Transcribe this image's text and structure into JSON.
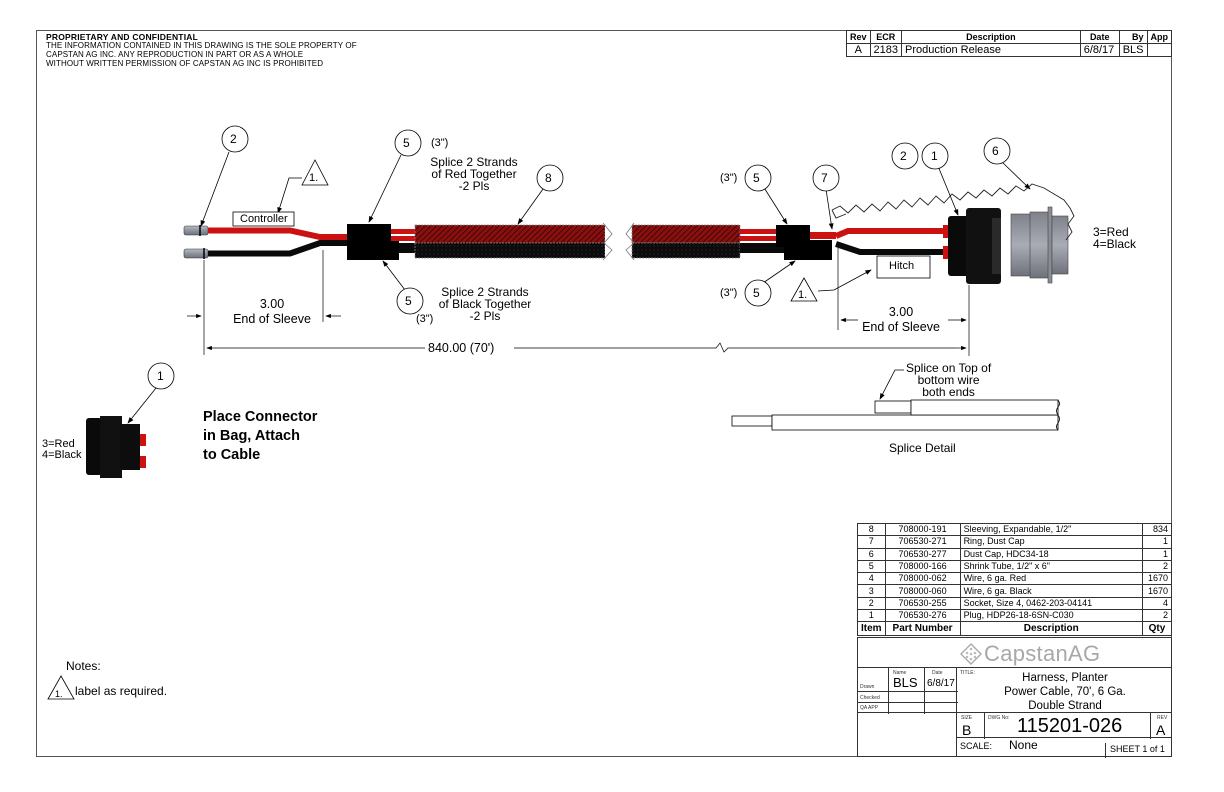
{
  "proprietary": {
    "title": "PROPRIETARY AND CONFIDENTIAL",
    "lines": [
      "THE INFORMATION CONTAINED IN THIS DRAWING IS THE SOLE PROPERTY OF",
      "CAPSTAN AG INC. ANY REPRODUCTION IN PART OR AS A WHOLE",
      "WITHOUT WRITTEN PERMISSION OF CAPSTAN AG INC IS PROHIBITED"
    ]
  },
  "revision_table": {
    "headers": [
      "Rev",
      "ECR",
      "Description",
      "Date",
      "By",
      "App"
    ],
    "rows": [
      [
        "A",
        "2183",
        "Production Release",
        "6/8/17",
        "BLS",
        ""
      ]
    ]
  },
  "drawing": {
    "wire_colors": {
      "red": "#cc1111",
      "black": "#0a0a0a",
      "sleeve_hatch": "#6b1010",
      "terminal": "#9aa0aa",
      "connector_gray": "#9a9ca4"
    },
    "balloons": {
      "b2_left": "2",
      "b5_top_left": "5",
      "b8": "8",
      "b5_bottom_left": "5",
      "b5_top_right": "5",
      "b7": "7",
      "b2_right": "2",
      "b1_right": "1",
      "b6": "6",
      "b5_bottom_right": "5",
      "b1_bag": "1"
    },
    "note_flag": "1.",
    "labels": {
      "controller": "Controller",
      "hitch": "Hitch",
      "shrink_top_left_len": "(3\")",
      "shrink_bottom_left_len": "(3\")",
      "shrink_top_right_len": "(3\")",
      "shrink_bottom_right_len": "(3\")",
      "splice_red": [
        "Splice 2 Strands",
        "of Red Together",
        "-2 Pls"
      ],
      "splice_black": [
        "Splice 2 Strands",
        "of Black Together",
        "-2 Pls"
      ],
      "pinout_right": [
        "3=Red",
        "4=Black"
      ],
      "pinout_bag": [
        "3=Red",
        "4=Black"
      ]
    },
    "dimensions": {
      "left_sleeve_value": "3.00",
      "left_sleeve_label": "End of Sleeve",
      "right_sleeve_value": "3.00",
      "right_sleeve_label": "End of Sleeve",
      "overall": "840.00 (70')"
    },
    "bag_note": [
      "Place Connector",
      "in Bag, Attach",
      "to Cable"
    ],
    "splice_detail": {
      "callout": [
        "Splice on Top of",
        "bottom wire",
        "both ends"
      ],
      "caption": "Splice Detail"
    }
  },
  "notes": {
    "title": "Notes:",
    "items": [
      {
        "flag": "1.",
        "text": "label as required."
      }
    ]
  },
  "bom": {
    "headers": [
      "Item",
      "Part Number",
      "Description",
      "Qty"
    ],
    "rows": [
      [
        "8",
        "708000-191",
        "Sleeving, Expandable, 1/2\"",
        "834"
      ],
      [
        "7",
        "706530-271",
        "Ring, Dust Cap",
        "1"
      ],
      [
        "6",
        "706530-277",
        "Dust Cap, HDC34-18",
        "1"
      ],
      [
        "5",
        "708000-166",
        "Shrink Tube, 1/2\" x 6\"",
        "2"
      ],
      [
        "4",
        "708000-062",
        "Wire, 6 ga. Red",
        "1670"
      ],
      [
        "3",
        "708000-060",
        "Wire, 6 ga. Black",
        "1670"
      ],
      [
        "2",
        "706530-255",
        "Socket, Size 4, 0462-203-04141",
        "4"
      ],
      [
        "1",
        "706530-276",
        "Plug, HDP26-18-6SN-C030",
        "2"
      ]
    ]
  },
  "title_block": {
    "logo_text": "CapstanAG",
    "name_header": "Name",
    "date_header": "Date",
    "roles": [
      "Drawn",
      "Checked",
      "QA APP"
    ],
    "drawn_name": "BLS",
    "drawn_date": "6/8/17",
    "title_label": "TITLE:",
    "title_lines": [
      "Harness, Planter",
      "Power Cable, 70', 6 Ga.",
      "Double Strand"
    ],
    "size_label": "SIZE",
    "size": "B",
    "dwg_label": "DWG No:",
    "dwg_no": "115201-026",
    "rev_label": "REV",
    "rev": "A",
    "scale_label": "SCALE:",
    "scale": "None",
    "sheet": "SHEET 1 of 1"
  }
}
